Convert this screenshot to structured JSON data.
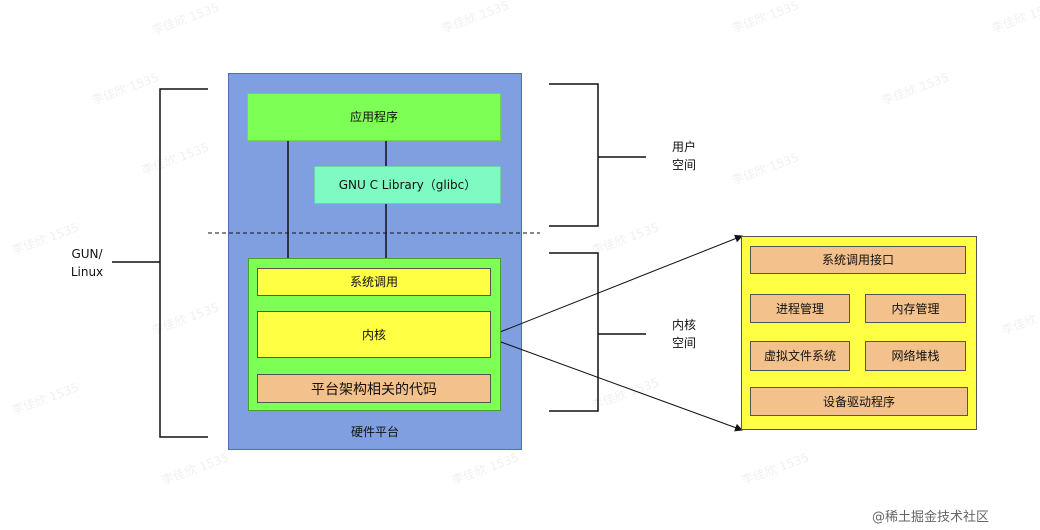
{
  "diagram": {
    "hardware_platform": "硬件平台",
    "app_program": "应用程序",
    "glibc": "GNU C Library（glibc）",
    "syscall": "系统调用",
    "kernel": "内核",
    "arch_code": "平台架构相关的代码",
    "gnu_linux": [
      "GUN/",
      "Linux"
    ],
    "user_space": [
      "用户",
      "空间"
    ],
    "kernel_space": [
      "内核",
      "空间"
    ],
    "detail": {
      "syscall_interface": "系统调用接口",
      "process_mgmt": "进程管理",
      "memory_mgmt": "内存管理",
      "vfs": "虚拟文件系统",
      "network_stack": "网络堆栈",
      "device_drivers": "设备驱动程序"
    }
  },
  "watermark": "李佳欣 1535",
  "footer": "@稀土掘金技术社区",
  "colors": {
    "outer_blue": "#7f9fe1",
    "green": "#7dff55",
    "mint": "#7ffac3",
    "yellow": "#ffff44",
    "peach": "#f3c18c"
  }
}
